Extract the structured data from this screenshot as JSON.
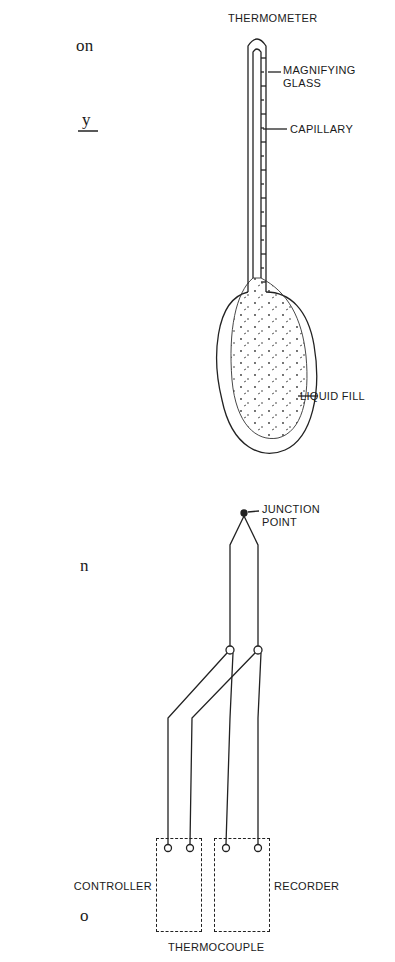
{
  "diagram": {
    "nodes": [
      {
        "text": [
          "CONTROLLER"
        ]
      },
      {
        "text": [
          "RECORDER"
        ]
      }
    ],
    "labels": [
      "THERMOMETER",
      "on",
      "MAGNIFYING GLASS",
      "y",
      "CAPILLARY",
      "LIQUID FILL",
      "JUNCTION POINT",
      "n",
      "o",
      "THERMOCOUPLE"
    ]
  }
}
